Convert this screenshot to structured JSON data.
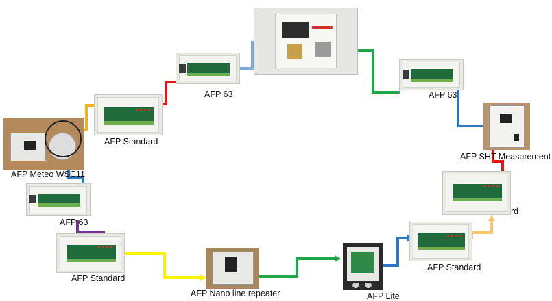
{
  "nodes": {
    "controller": "",
    "afp63_top": "AFP 63",
    "afp63_right": "AFP 63",
    "afp_standard_top": "AFP Standard",
    "afp_meteo": "AFP Meteo WSC11",
    "afp_sht": "AFP SHT Measurement",
    "afp63_left": "AFP 63",
    "afp_standard_right": "rd",
    "afp_standard_bottom_left": "AFP Standard",
    "afp_nano": "AFP Nano line repeater",
    "afp_lite": "AFP Lite",
    "afp_standard_bottom_right": "AFP Standard"
  },
  "colors": {
    "blue": "#2a78c4",
    "light_blue": "#7aa8d8",
    "green": "#1fa84a",
    "red": "#e8141a",
    "orange": "#f5b01a",
    "yellow": "#fff200",
    "purple": "#7b2e9c",
    "light_orange": "#f9c86a"
  }
}
